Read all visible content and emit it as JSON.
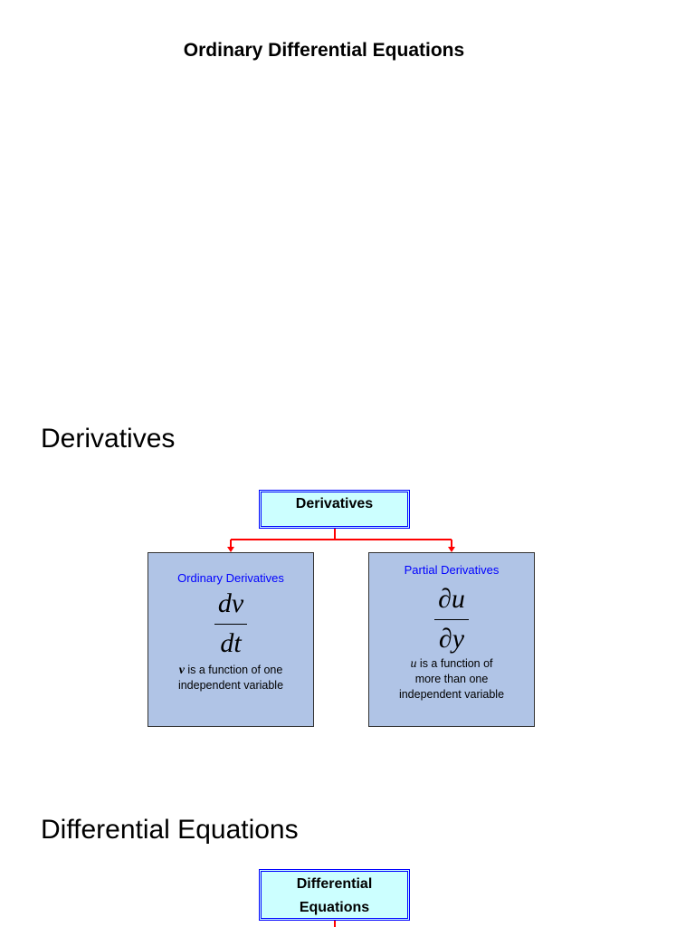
{
  "document": {
    "title": "Ordinary Differential Equations"
  },
  "sections": {
    "derivatives": {
      "heading": "Derivatives",
      "root_label": "Derivatives",
      "ordinary": {
        "title": "Ordinary Derivatives",
        "numerator": "dv",
        "denominator": "dt",
        "var": "v",
        "desc_1": " is a function of one",
        "desc_2": "independent variable"
      },
      "partial": {
        "title": "Partial Derivatives",
        "numerator": "∂u",
        "denominator": "∂y",
        "var": "u",
        "desc_1": " is a function of",
        "desc_2": "more than one",
        "desc_3": "independent variable"
      }
    },
    "differential_equations": {
      "heading": "Differential Equations",
      "root_label_line1": "Differential",
      "root_label_line2": "Equations"
    }
  },
  "colors": {
    "root_fill": "#ccffff",
    "root_border": "#0000ff",
    "child_fill": "#b0c4e6",
    "child_title": "#0000ff",
    "connector": "#ff0000"
  }
}
